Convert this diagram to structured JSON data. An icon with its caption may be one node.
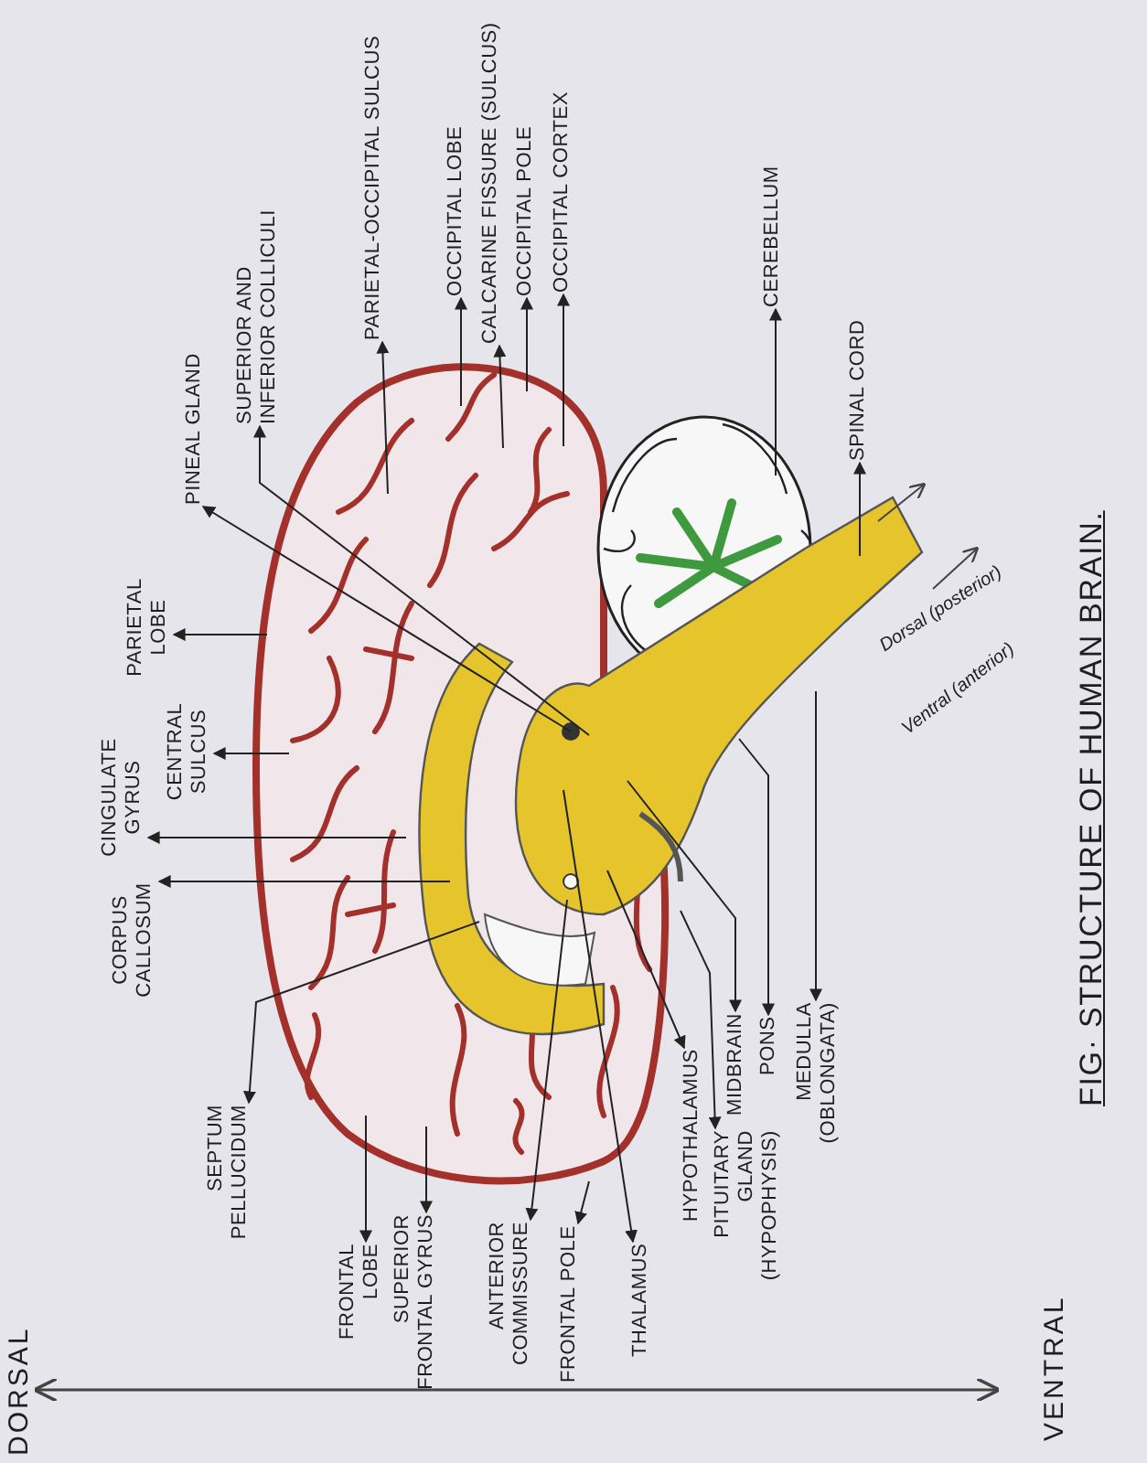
{
  "diagram": {
    "caption": "FIG· STRUCTURE OF HUMAN BRAIN.",
    "nodes": [
      {
        "text": [
          "PINEAL GLAND"
        ]
      },
      {
        "text": [
          "SUPERIOR AND INFERIOR COLLICULI"
        ]
      },
      {
        "text": [
          "PARIETAL-OCCIPITAL SULCUS"
        ]
      },
      {
        "text": [
          "OCCIPITAL LOBE"
        ]
      },
      {
        "text": [
          "CALCARINE FISSURE (SULCUS)"
        ]
      },
      {
        "text": [
          "OCCIPITAL POLE"
        ]
      },
      {
        "text": [
          "OCCIPITAL CORTEX"
        ]
      },
      {
        "text": [
          "CEREBELLUM"
        ]
      },
      {
        "text": [
          "SPINAL CORD"
        ]
      },
      {
        "text": [
          "PARIETAL LOBE"
        ]
      },
      {
        "text": [
          "CENTRAL SULCUS"
        ]
      },
      {
        "text": [
          "CINGULATE GYRUS"
        ]
      },
      {
        "text": [
          "CORPUS CALLOSUM"
        ]
      },
      {
        "text": [
          "SEPTUM PELLUCIDUM"
        ]
      },
      {
        "text": [
          "FRONTAL LOBE"
        ]
      },
      {
        "text": [
          "SUPERIOR FRONTAL GYRUS"
        ]
      },
      {
        "text": [
          "ANTERIOR COMMISSURE"
        ]
      },
      {
        "text": [
          "FRONTAL POLE"
        ]
      },
      {
        "text": [
          "THALAMUS"
        ]
      },
      {
        "text": [
          "HYPOTHALAMUS"
        ]
      },
      {
        "text": [
          "PITUITARY GLAND (HYPOPHYSIS)"
        ]
      },
      {
        "text": [
          "MIDBRAIN"
        ]
      },
      {
        "text": [
          "PONS"
        ]
      },
      {
        "text": [
          "MEDULLA (OBLONGATA)"
        ]
      }
    ],
    "edges": [
      {
        "from": null,
        "to": 0,
        "arrow": "to"
      },
      {
        "from": null,
        "to": 1,
        "arrow": "to"
      },
      {
        "from": null,
        "to": 2,
        "arrow": "to"
      },
      {
        "from": null,
        "to": 3,
        "arrow": "to"
      },
      {
        "from": null,
        "to": 4,
        "arrow": "to"
      },
      {
        "from": null,
        "to": 5,
        "arrow": "to"
      },
      {
        "from": null,
        "to": 6,
        "arrow": "to"
      },
      {
        "from": null,
        "to": 7,
        "arrow": "to"
      },
      {
        "from": null,
        "to": 8,
        "arrow": "to"
      },
      {
        "from": null,
        "to": 9,
        "arrow": "to"
      },
      {
        "from": null,
        "to": 10,
        "arrow": "to"
      },
      {
        "from": null,
        "to": 11,
        "arrow": "to"
      },
      {
        "from": null,
        "to": 12,
        "arrow": "to"
      },
      {
        "from": null,
        "to": 13,
        "arrow": "to"
      },
      {
        "from": null,
        "to": 14,
        "arrow": "to"
      },
      {
        "from": null,
        "to": 15,
        "arrow": "to"
      },
      {
        "from": null,
        "to": 16,
        "arrow": "to"
      },
      {
        "from": null,
        "to": 17,
        "arrow": "to"
      },
      {
        "from": null,
        "to": 18,
        "arrow": "to"
      },
      {
        "from": null,
        "to": 19,
        "arrow": "to"
      },
      {
        "from": null,
        "to": 20,
        "arrow": "to"
      },
      {
        "from": null,
        "to": 21,
        "arrow": "to"
      },
      {
        "from": null,
        "to": 22,
        "arrow": "to"
      },
      {
        "from": null,
        "to": 23,
        "arrow": "to"
      }
    ],
    "labels": [
      "DORSAL",
      "Dorsal (posterior)",
      "Ventral (anterior)",
      "VENTRAL"
    ]
  }
}
